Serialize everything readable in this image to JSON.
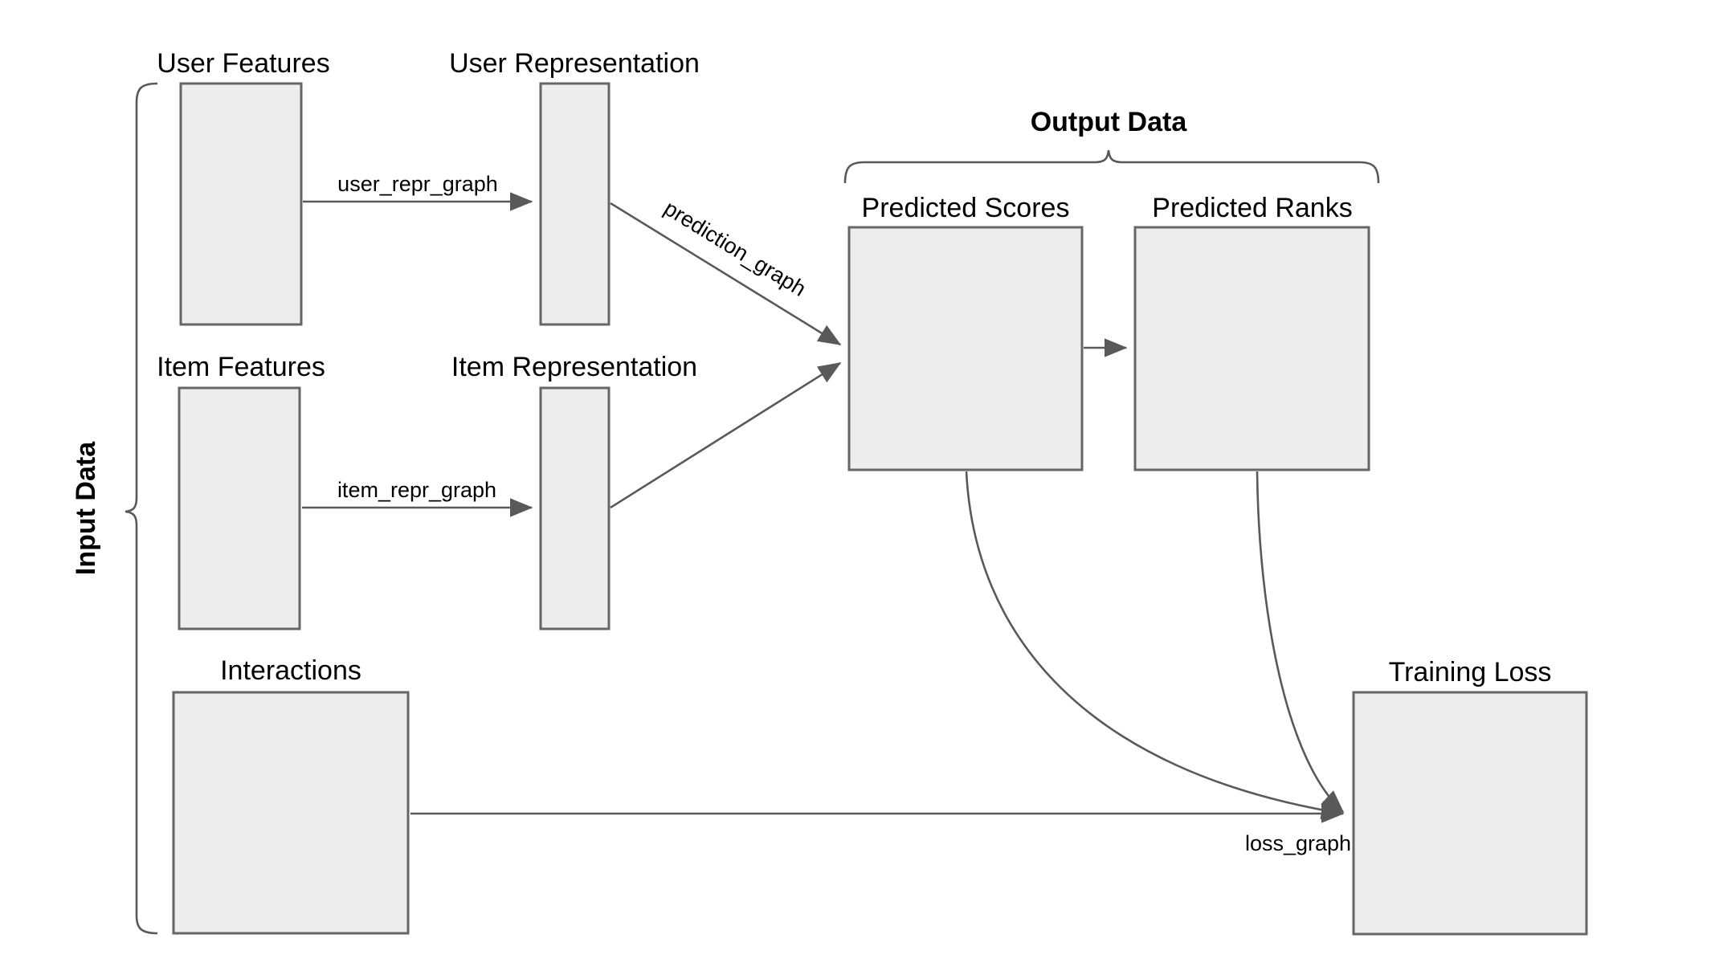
{
  "diagram": {
    "title_groups": [
      {
        "id": "input-data",
        "label": "Input Data",
        "orientation": "vertical"
      },
      {
        "id": "output-data",
        "label": "Output Data",
        "orientation": "horizontal"
      }
    ],
    "nodes": [
      {
        "id": "user-features",
        "label": "User Features"
      },
      {
        "id": "user-representation",
        "label": "User Representation"
      },
      {
        "id": "item-features",
        "label": "Item Features"
      },
      {
        "id": "item-representation",
        "label": "Item Representation"
      },
      {
        "id": "interactions",
        "label": "Interactions"
      },
      {
        "id": "predicted-scores",
        "label": "Predicted Scores"
      },
      {
        "id": "predicted-ranks",
        "label": "Predicted Ranks"
      },
      {
        "id": "training-loss",
        "label": "Training Loss"
      }
    ],
    "edges": [
      {
        "id": "user-repr-graph",
        "label": "user_repr_graph",
        "from": "user-features",
        "to": "user-representation"
      },
      {
        "id": "item-repr-graph",
        "label": "item_repr_graph",
        "from": "item-features",
        "to": "item-representation"
      },
      {
        "id": "prediction-graph",
        "label": "prediction_graph",
        "from": "user-representation",
        "to": "predicted-scores"
      },
      {
        "id": "prediction-graph-item",
        "label": "",
        "from": "item-representation",
        "to": "predicted-scores"
      },
      {
        "id": "scores-to-ranks",
        "label": "",
        "from": "predicted-scores",
        "to": "predicted-ranks"
      },
      {
        "id": "scores-to-loss",
        "label": "",
        "from": "predicted-scores",
        "to": "training-loss"
      },
      {
        "id": "ranks-to-loss",
        "label": "",
        "from": "predicted-ranks",
        "to": "training-loss"
      },
      {
        "id": "loss-graph",
        "label": "loss_graph",
        "from": "interactions",
        "to": "training-loss"
      }
    ],
    "colors": {
      "node_fill": "#ededed",
      "node_stroke": "#666666",
      "edge_stroke": "#595959",
      "text": "#000000",
      "background": "#ffffff"
    }
  }
}
